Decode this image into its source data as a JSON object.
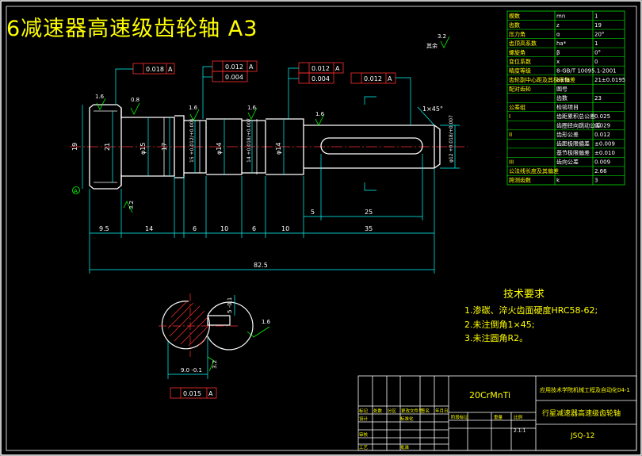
{
  "title": "6减速器高速级齿轮轴   A3",
  "roughness": {
    "corner": "3.2",
    "corner_suffix": "其余",
    "r1": "1.6",
    "r2": "0.8",
    "r3": "1.6",
    "r4": "1.6",
    "r5": "1.6",
    "r6": "3.2",
    "r7": "3.2",
    "r8": "1.6"
  },
  "tolerance_frames": [
    {
      "value": "0.018",
      "datum": "A"
    },
    {
      "value": "0.012",
      "datum": "A"
    },
    {
      "value": "0.004",
      "datum": ""
    },
    {
      "value": "0.012",
      "datum": "A"
    },
    {
      "value": "0.004",
      "datum": ""
    },
    {
      "value": "0.012",
      "datum": "A"
    },
    {
      "value": "0.015",
      "datum": "A"
    }
  ],
  "dimensions": {
    "d19": "19",
    "d21": "21",
    "phi15": "φ15",
    "d17": "17",
    "d15_tol": "15 +0.012/+0.001",
    "phi14a": "φ14",
    "d14_tol": "14 +0.018/+0.007",
    "phi14b": "φ14",
    "phi12": "φ12 +0.018/+0.007",
    "chamfer": "1×45°",
    "datum_a": "A",
    "h": [
      "9.5",
      "14",
      "6",
      "10",
      "6",
      "10",
      "35"
    ],
    "h_overall": "82.5",
    "key_5": "5",
    "key_25": "25",
    "sec_5": "5 -0.1",
    "sec_9": "9.0 -0.1"
  },
  "tech_req": {
    "heading": "技术要求",
    "items": [
      "1.渗碳、淬火齿面硬度HRC58-62;",
      "2.未注倒角1×45;",
      "3.未注圆角R2。"
    ]
  },
  "param_table": {
    "rows": [
      [
        "模数",
        "mn",
        "1"
      ],
      [
        "齿数",
        "z",
        "19"
      ],
      [
        "压力角",
        "α",
        "20°"
      ],
      [
        "齿顶高系数",
        "ha*",
        "1"
      ],
      [
        "螺旋角",
        "β",
        "0°"
      ],
      [
        "变位系数",
        "x",
        "0"
      ],
      [
        "精度等级",
        "8-GB/T 10095.1-2001",
        ""
      ],
      [
        "齿轮副中心距及其极限偏差",
        "a±fa",
        "21±0.0195"
      ],
      [
        "配对齿轮",
        "图号",
        ""
      ],
      [
        "",
        "齿数",
        "23"
      ],
      [
        "公差组",
        "检验项目",
        ""
      ],
      [
        "I",
        "齿距累积总公差",
        "0.025"
      ],
      [
        "",
        "齿圈径向跳动公差",
        "0.029"
      ],
      [
        "II",
        "齿形公差",
        "0.012"
      ],
      [
        "",
        "齿距极限偏差",
        "±0.009"
      ],
      [
        "",
        "基节极限偏差",
        "±0.010"
      ],
      [
        "III",
        "齿向公差",
        "0.009"
      ],
      [
        "公法线长度及其偏差",
        "",
        "2.66"
      ],
      [
        "跨测齿数",
        "k",
        "3"
      ]
    ]
  },
  "title_block": {
    "material": "20CrMnTi",
    "school": "应用技术学院机械工程及自动化04-1",
    "part_name": "行星减速器高速级齿轮轴",
    "drawing_no": "JSQ-12",
    "scale": "2.1:1",
    "header_labels": [
      "标记",
      "处数",
      "分区",
      "更改文件号",
      "签名",
      "年月日"
    ],
    "row_labels": [
      "设计",
      "标准化",
      "审核",
      "工艺",
      "批准"
    ],
    "stage_labels": [
      "阶段标记",
      "重量",
      "比例"
    ]
  }
}
